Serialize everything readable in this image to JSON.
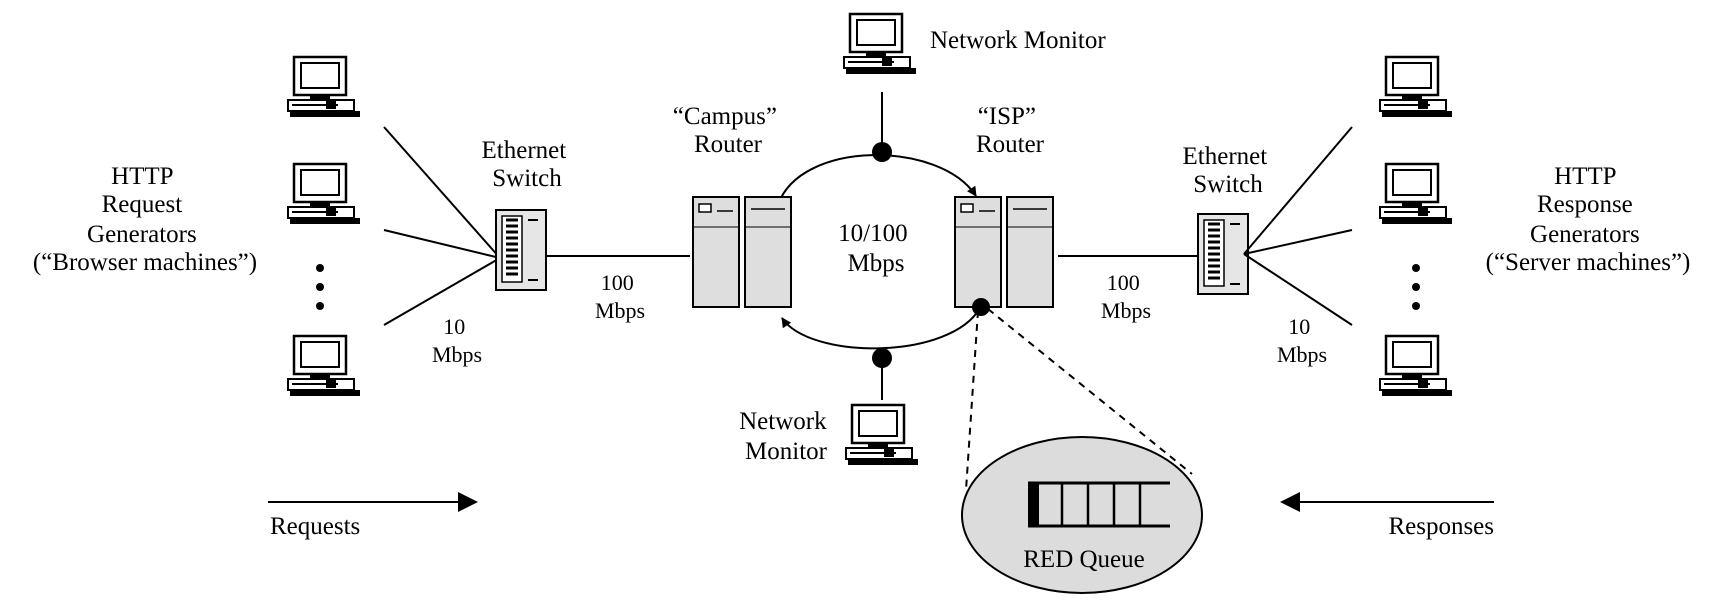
{
  "labels": {
    "left_generators": [
      "HTTP",
      "Request",
      "Generators",
      "(“Browser machines”)"
    ],
    "right_generators": [
      "HTTP",
      "Response",
      "Generators",
      "(“Server machines”)"
    ],
    "left_switch": [
      "Ethernet",
      "Switch"
    ],
    "right_switch": [
      "Ethernet",
      "Switch"
    ],
    "campus_router": [
      "“Campus”",
      "Router"
    ],
    "isp_router": [
      "“ISP”",
      "Router"
    ],
    "ring_speed": [
      "10/100",
      "Mbps"
    ],
    "left_uplink": [
      "100",
      "Mbps"
    ],
    "right_uplink": [
      "100",
      "Mbps"
    ],
    "left_access": [
      "10",
      "Mbps"
    ],
    "right_access": [
      "10",
      "Mbps"
    ],
    "top_monitor": "Network Monitor",
    "bottom_monitor": [
      "Network",
      "Monitor"
    ],
    "queue": "RED Queue",
    "requests": "Requests",
    "responses": "Responses"
  },
  "icons": {
    "host": "desktop-computer-icon",
    "switch": "ethernet-switch-icon",
    "router": "router-icon",
    "queue": "queue-buffer-icon"
  }
}
